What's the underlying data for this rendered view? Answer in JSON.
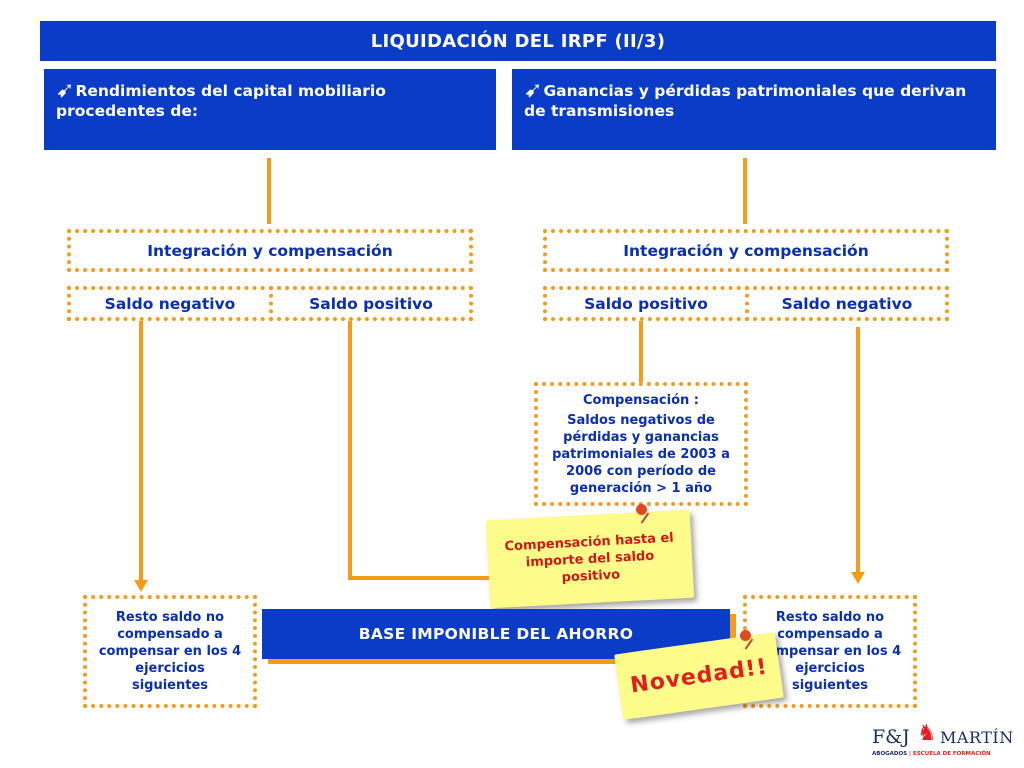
{
  "title": "LIQUIDACIÓN DEL IRPF (II/3)",
  "left_header": {
    "icon": "hand-pointing-icon",
    "text": "Rendimientos del capital mobiliario procedentes de:"
  },
  "right_header": {
    "icon": "hand-pointing-icon",
    "text": "Ganancias y pérdidas patrimoniales que derivan de transmisiones"
  },
  "left_integration": "Integración y compensación",
  "right_integration": "Integración y compensación",
  "left_negative": "Saldo negativo",
  "left_positive": "Saldo positivo",
  "right_positive": "Saldo positivo",
  "right_negative": "Saldo negativo",
  "compensation": {
    "heading": "Compensación :",
    "body": "Saldos negativos de pérdidas y ganancias patrimoniales de 2003 a 2006 con período de generación > 1 año"
  },
  "sticky_note": "Compensación hasta el importe del saldo positivo",
  "base_imponible": "BASE IMPONIBLE DEL AHORRO",
  "left_remainder": "Resto saldo no compensado a compensar en los 4 ejercicios siguientes",
  "right_remainder": "Resto saldo no compensado a compensar en los 4 ejercicios siguientes",
  "novedad": "Novedad!!",
  "logo": {
    "name_left": "F&J",
    "name_right": "MARTÍN",
    "tagline_left": "ABOGADOS",
    "tagline_sep": "|",
    "tagline_right": "ESCUELA DE FORMACIÓN"
  },
  "colors": {
    "primary_blue": "#0a3cc8",
    "orange": "#f59b1a",
    "note_yellow": "#fdfb8a",
    "accent_red": "#e02020"
  }
}
